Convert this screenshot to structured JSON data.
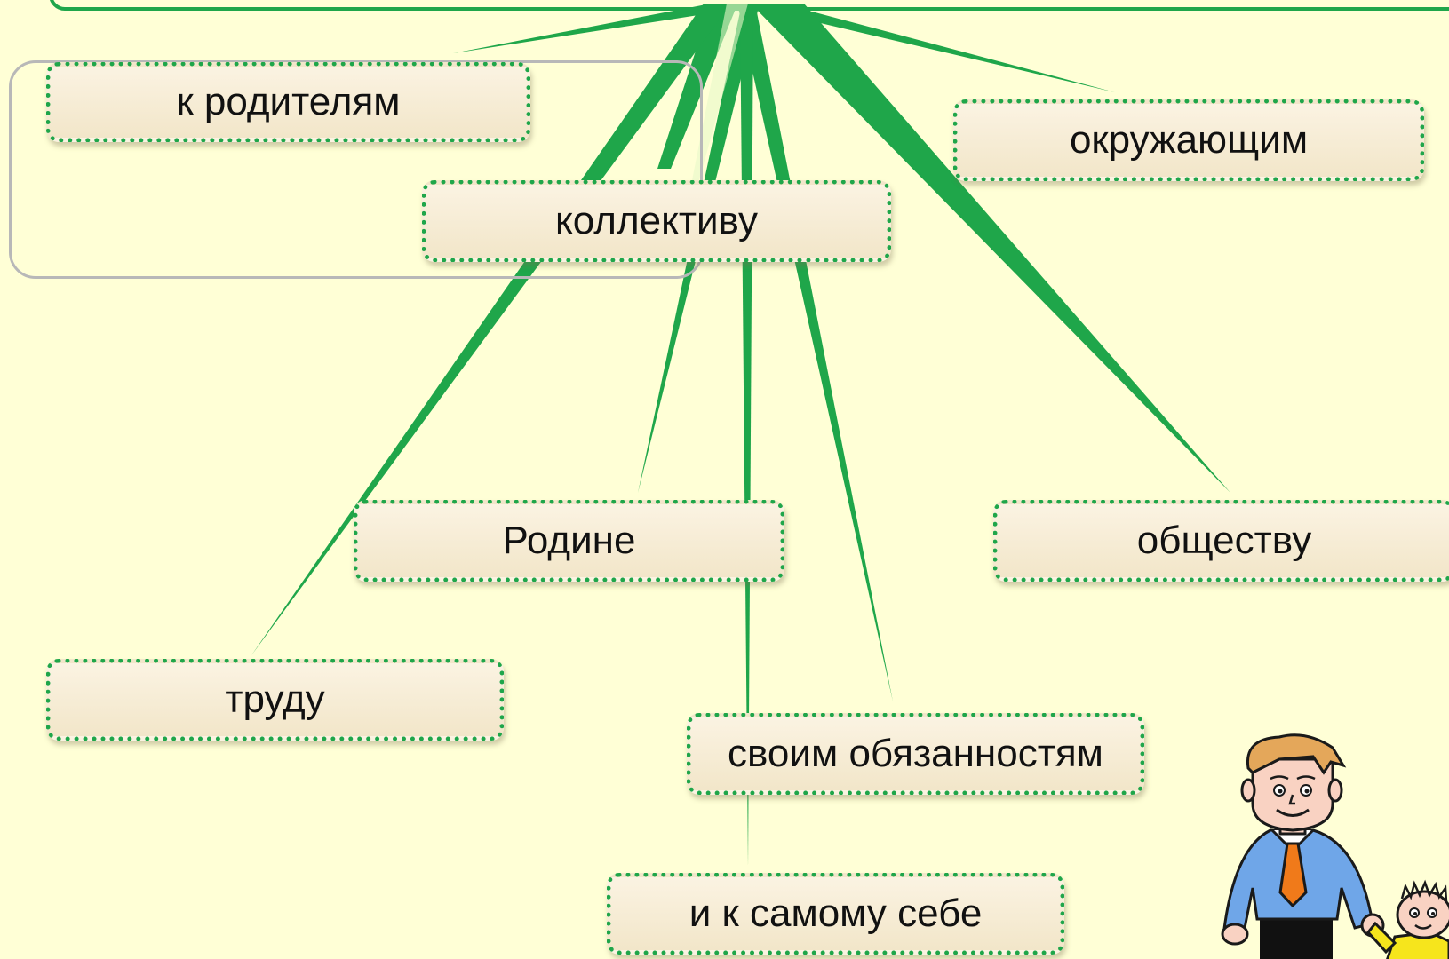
{
  "diagram": {
    "nodes": {
      "parents": "к родителям",
      "collective": "коллективу",
      "others": "окружающим",
      "motherland": "Родине",
      "society": "обществу",
      "labour": "труду",
      "duties": "своим обязанностям",
      "self": "и к самому себе"
    },
    "colors": {
      "background": "#FFFFD6",
      "ray": "#1FA64A",
      "node_border": "#1FA64A",
      "frame": "#B8B8B8"
    },
    "illustration": "father-and-child-cartoon"
  }
}
